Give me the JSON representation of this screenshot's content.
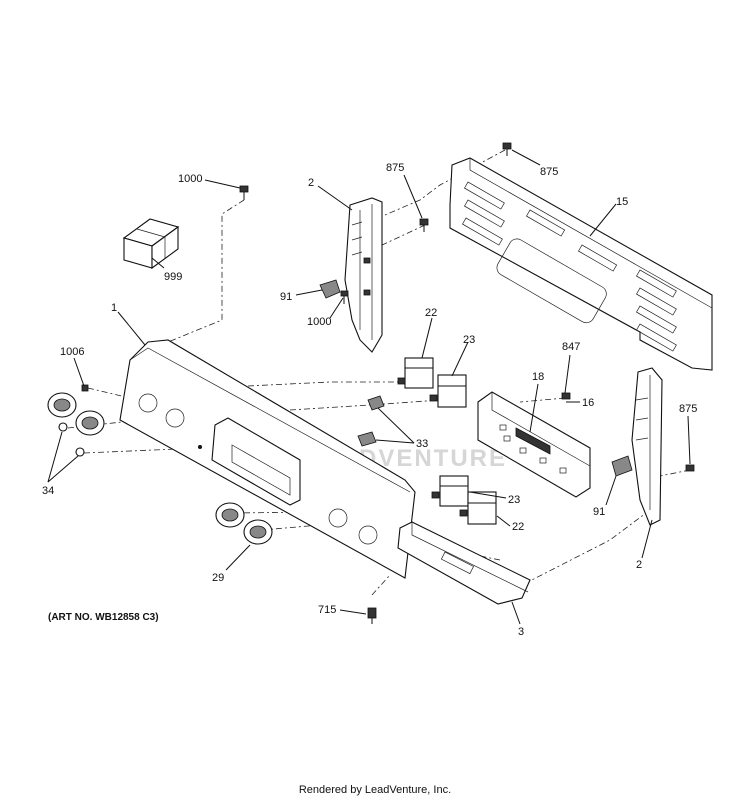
{
  "diagram": {
    "art_number": "(ART NO. WB12858 C3)",
    "footer": "Rendered by LeadVenture, Inc.",
    "watermark": "LEADVENTURE",
    "callouts": [
      {
        "id": "c1000a",
        "text": "1000"
      },
      {
        "id": "c999",
        "text": "999"
      },
      {
        "id": "c2a",
        "text": "2"
      },
      {
        "id": "c875a",
        "text": "875"
      },
      {
        "id": "c875b",
        "text": "875"
      },
      {
        "id": "c15",
        "text": "15"
      },
      {
        "id": "c91a",
        "text": "91"
      },
      {
        "id": "c1000b",
        "text": "1000"
      },
      {
        "id": "c1",
        "text": "1"
      },
      {
        "id": "c22a",
        "text": "22"
      },
      {
        "id": "c23a",
        "text": "23"
      },
      {
        "id": "c847",
        "text": "847"
      },
      {
        "id": "c1006",
        "text": "1006"
      },
      {
        "id": "c18",
        "text": "18"
      },
      {
        "id": "c16",
        "text": "16"
      },
      {
        "id": "c875c",
        "text": "875"
      },
      {
        "id": "c33",
        "text": "33"
      },
      {
        "id": "c34",
        "text": "34"
      },
      {
        "id": "c23b",
        "text": "23"
      },
      {
        "id": "c91b",
        "text": "91"
      },
      {
        "id": "c22b",
        "text": "22"
      },
      {
        "id": "c2b",
        "text": "2"
      },
      {
        "id": "c29",
        "text": "29"
      },
      {
        "id": "c715",
        "text": "715"
      },
      {
        "id": "c3",
        "text": "3"
      }
    ]
  }
}
